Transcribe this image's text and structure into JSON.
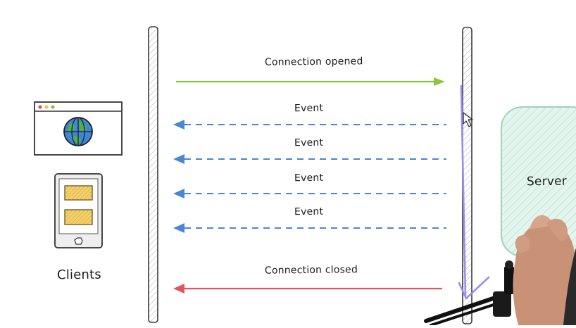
{
  "diagram": {
    "clients_label": "Clients",
    "server_label": "Server",
    "messages": [
      {
        "label": "Connection opened",
        "direction": "client-to-server",
        "style": "solid",
        "color": "#8cc63f"
      },
      {
        "label": "Event",
        "direction": "server-to-client",
        "style": "dashed",
        "color": "#4a86d4"
      },
      {
        "label": "Event",
        "direction": "server-to-client",
        "style": "dashed",
        "color": "#4a86d4"
      },
      {
        "label": "Event",
        "direction": "server-to-client",
        "style": "dashed",
        "color": "#4a86d4"
      },
      {
        "label": "Event",
        "direction": "server-to-client",
        "style": "dashed",
        "color": "#4a86d4"
      },
      {
        "label": "Connection closed",
        "direction": "server-to-client",
        "style": "solid",
        "color": "#e2545e"
      }
    ],
    "colors": {
      "open": "#8cc63f",
      "event": "#4a86d4",
      "close": "#e2545e",
      "server_fill": "#e3f5ee",
      "server_stroke": "#9ad3b6",
      "annotation": "#9b8cf0",
      "card": "#f2cf6b"
    },
    "icons": [
      "browser-window-icon",
      "globe-icon",
      "mobile-device-icon",
      "pointer-cursor-icon",
      "presenter-hand",
      "microphone-stand"
    ]
  }
}
